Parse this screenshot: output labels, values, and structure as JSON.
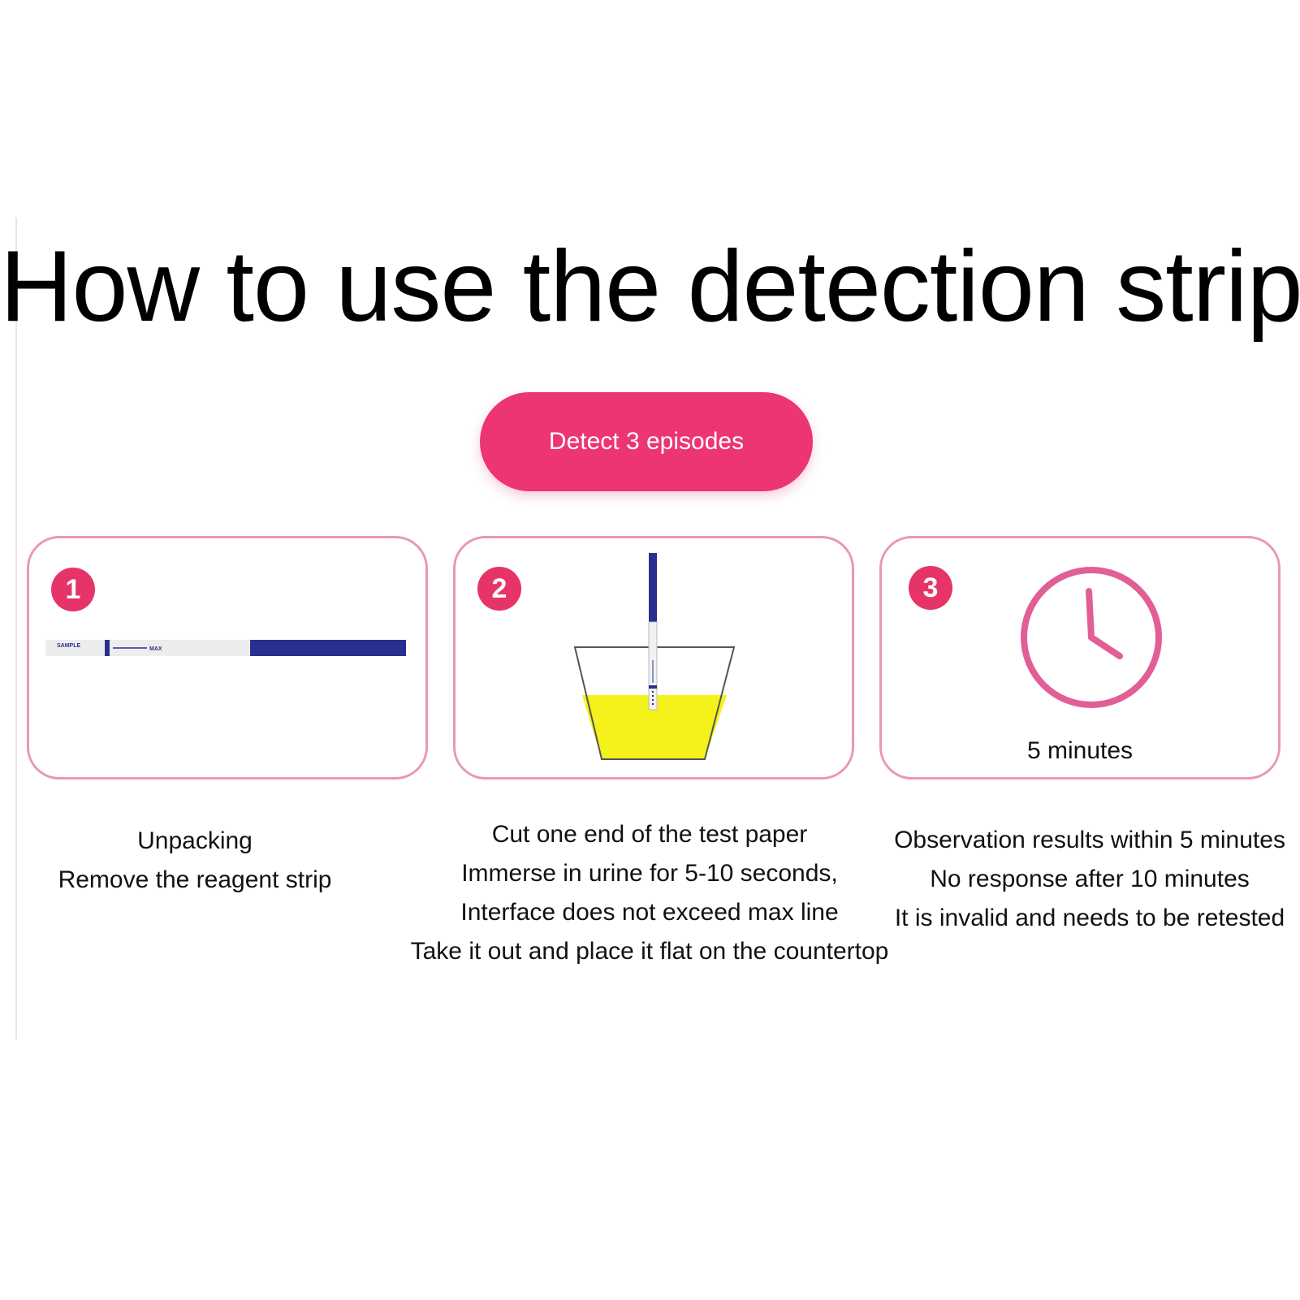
{
  "title": "How to use the detection strip",
  "pill_label": "Detect 3 episodes",
  "colors": {
    "accent": "#ec3572",
    "card_border": "#e998b5",
    "strip_blue": "#2a2f8f",
    "urine": "#f4f21a"
  },
  "steps": [
    {
      "number": "1",
      "strip_labels": {
        "sample": "SAMPLE",
        "max": "MAX"
      },
      "caption": [
        "Unpacking",
        "Remove the reagent strip"
      ]
    },
    {
      "number": "2",
      "caption": [
        "Cut one end of the test paper",
        "Immerse in urine for 5-10 seconds,",
        "Interface does not exceed max line",
        "Take it out and place it flat on the countertop"
      ]
    },
    {
      "number": "3",
      "icon": "clock-icon",
      "timer_label": "5 minutes",
      "caption": [
        "Observation results within 5 minutes",
        "No response after 10 minutes",
        "It is invalid and needs to be retested"
      ]
    }
  ]
}
